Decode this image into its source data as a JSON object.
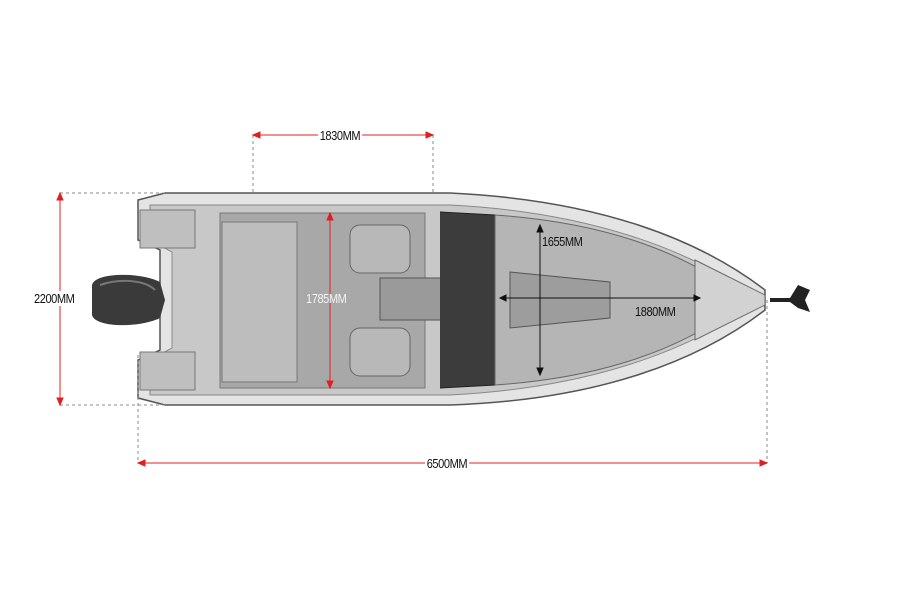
{
  "dimensions": {
    "cockpit_length": "1830MM",
    "overall_beam": "2200MM",
    "cockpit_width": "1785MM",
    "bow_width": "1655MM",
    "bow_length": "1880MM",
    "overall_length": "6500MM"
  },
  "colors": {
    "dimension_red": "#e02020",
    "hull": "#d9d9d9",
    "deck": "#a9a9a9"
  }
}
